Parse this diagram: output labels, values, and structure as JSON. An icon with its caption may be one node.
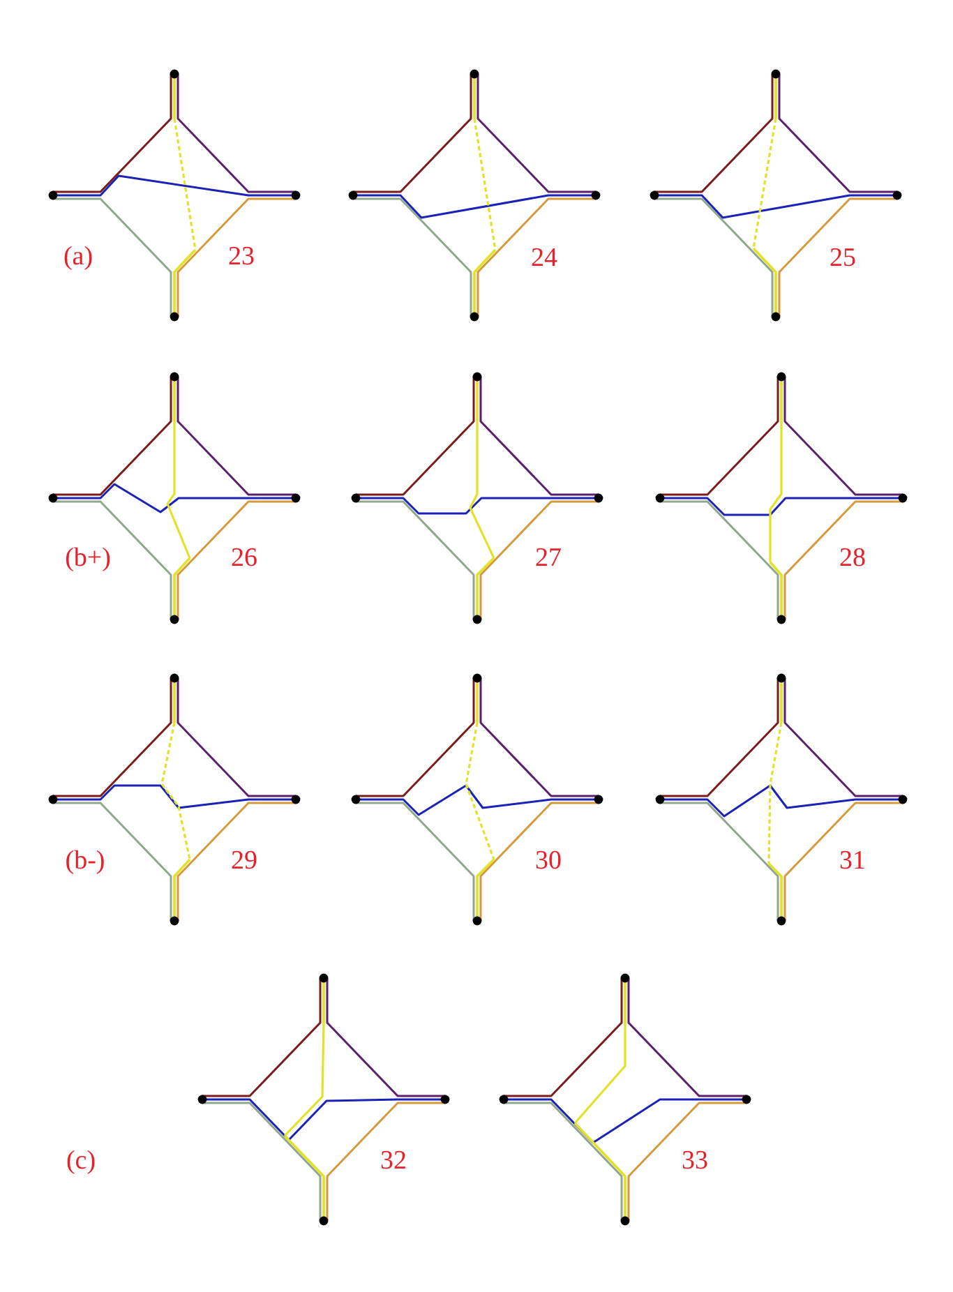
{
  "diagram": {
    "labels": [
      "(a)",
      "23",
      "24",
      "25",
      "(b+)",
      "26",
      "27",
      "28",
      "(b-)",
      "29",
      "30",
      "31",
      "(c)",
      "32",
      "33"
    ]
  }
}
